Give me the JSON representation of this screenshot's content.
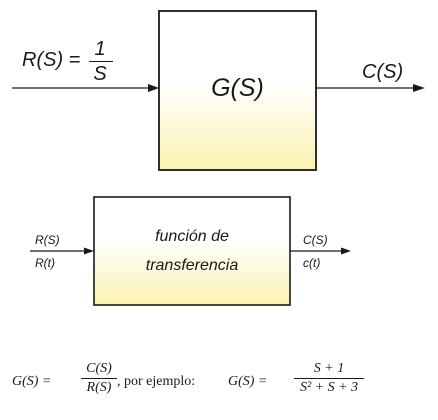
{
  "block1": {
    "input_lhs": "R(S) =",
    "input_num": "1",
    "input_den": "S",
    "box_label": "G(S)",
    "output_label": "C(S)"
  },
  "block2": {
    "input_top": "R(S)",
    "input_bottom": "R(t)",
    "box_line1": "función de",
    "box_line2": "transferencia",
    "output_top": "C(S)",
    "output_bottom": "c(t)"
  },
  "formula": {
    "lhs": "G(S) =",
    "frac1_num": "C(S)",
    "frac1_den": "R(S)",
    "example_text": ", por ejemplo:",
    "lhs2": "G(S) =",
    "frac2_num": "S + 1",
    "frac2_den": "S² + S + 3"
  },
  "colors": {
    "box_fill_top": "#ffffff",
    "box_fill_bottom": "#fbf3b8",
    "stroke": "#1a1a1a"
  }
}
